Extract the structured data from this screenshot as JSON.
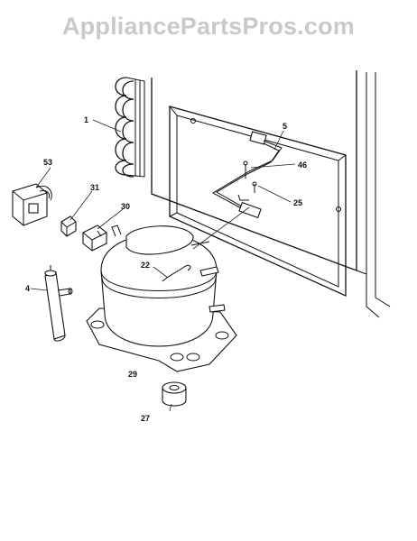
{
  "watermark": "AppliancePartsPros.com",
  "callouts": {
    "c1": "1",
    "c5": "5",
    "c46": "46",
    "c25": "25",
    "c53": "53",
    "c31": "31",
    "c30": "30",
    "c22": "22",
    "c4": "4",
    "c29": "29",
    "c27": "27"
  }
}
